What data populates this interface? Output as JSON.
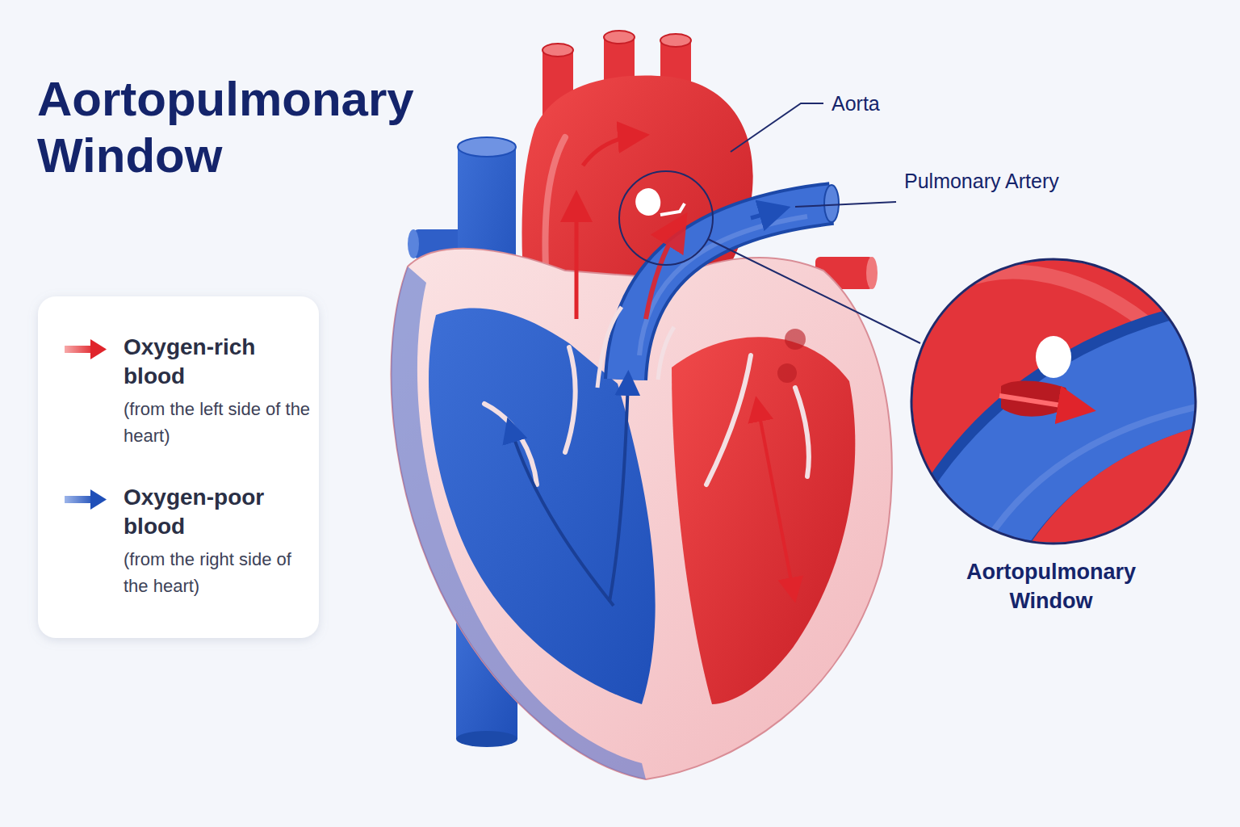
{
  "diagram": {
    "title": "Aortopulmonary Window",
    "labels": [
      "Aorta",
      "Pulmonary Artery",
      "Aortopulmonary Window",
      "(from the left side of the heart)",
      "(from the right side of the heart)"
    ],
    "legend": [
      {
        "text": "Oxygen-rich blood"
      },
      {
        "text": "Oxygen-poor blood"
      }
    ]
  }
}
